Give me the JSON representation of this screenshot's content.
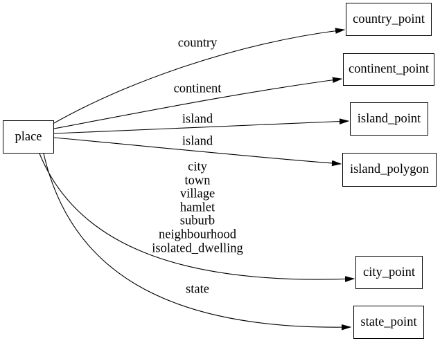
{
  "diagram": {
    "source": {
      "label": "place"
    },
    "nodes": [
      {
        "label": "country_point"
      },
      {
        "label": "continent_point"
      },
      {
        "label": "island_point"
      },
      {
        "label": "island_polygon"
      },
      {
        "label": "city_point"
      },
      {
        "label": "state_point"
      }
    ],
    "edges": [
      {
        "from": "place",
        "to": "country_point",
        "label": "country"
      },
      {
        "from": "place",
        "to": "continent_point",
        "label": "continent"
      },
      {
        "from": "place",
        "to": "island_point",
        "label": "island"
      },
      {
        "from": "place",
        "to": "island_polygon",
        "label": "island"
      },
      {
        "from": "place",
        "to": "city_point",
        "label_lines": [
          "city",
          "town",
          "village",
          "hamlet",
          "suburb",
          "neighbourhood",
          "isolated_dwelling"
        ]
      },
      {
        "from": "place",
        "to": "state_point",
        "label": "state"
      }
    ],
    "colors": {
      "background": "#ffffff",
      "stroke": "#000000",
      "text": "#000000"
    }
  }
}
